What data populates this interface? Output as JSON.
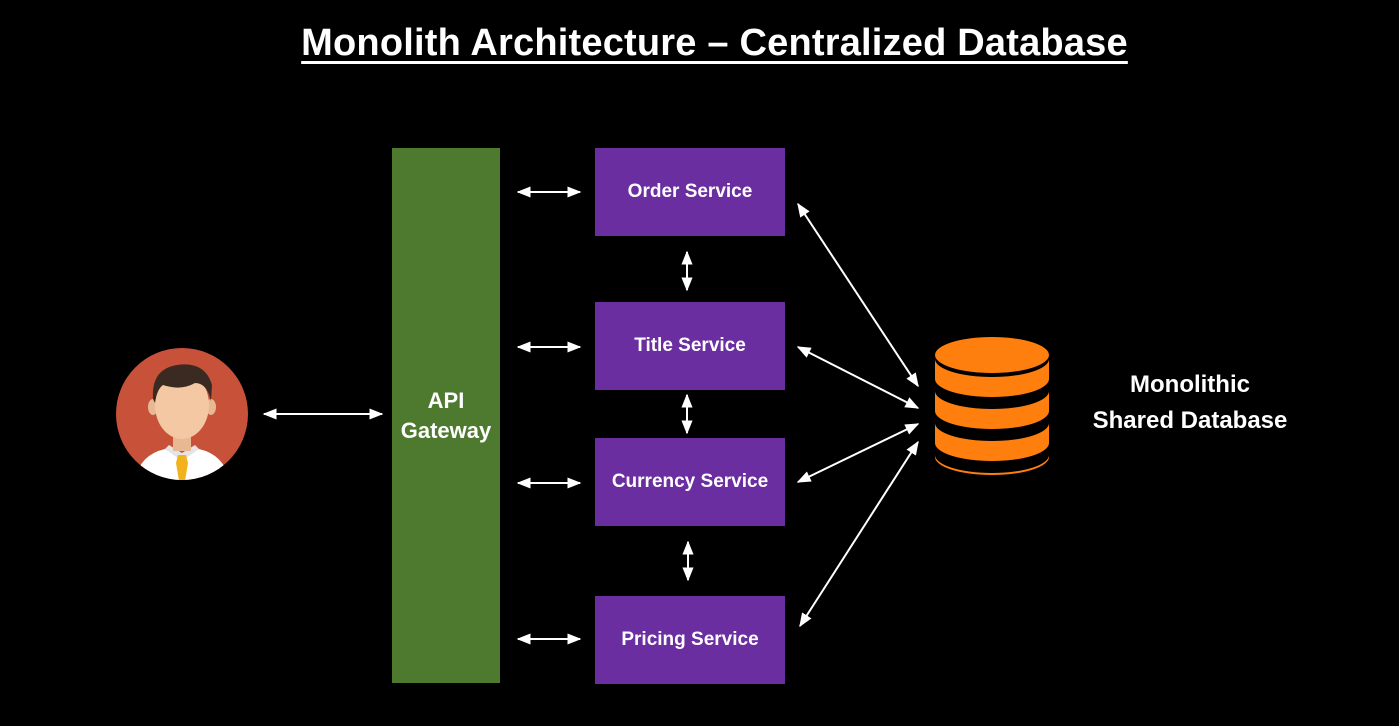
{
  "title": "Monolith Architecture – Centralized Database",
  "gateway": {
    "line1": "API",
    "line2": "Gateway",
    "color": "#4e7a30"
  },
  "services": [
    {
      "label": "Order Service"
    },
    {
      "label": "Title Service"
    },
    {
      "label": "Currency Service"
    },
    {
      "label": "Pricing Service"
    }
  ],
  "service_color": "#6a2ea0",
  "database": {
    "line1": "Monolithic",
    "line2": "Shared Database",
    "icon": "database-icon",
    "color": "#ff7f0e"
  },
  "user": {
    "icon": "user-avatar-icon",
    "background_color": "#c8513a"
  },
  "arrow_color": "#ffffff"
}
